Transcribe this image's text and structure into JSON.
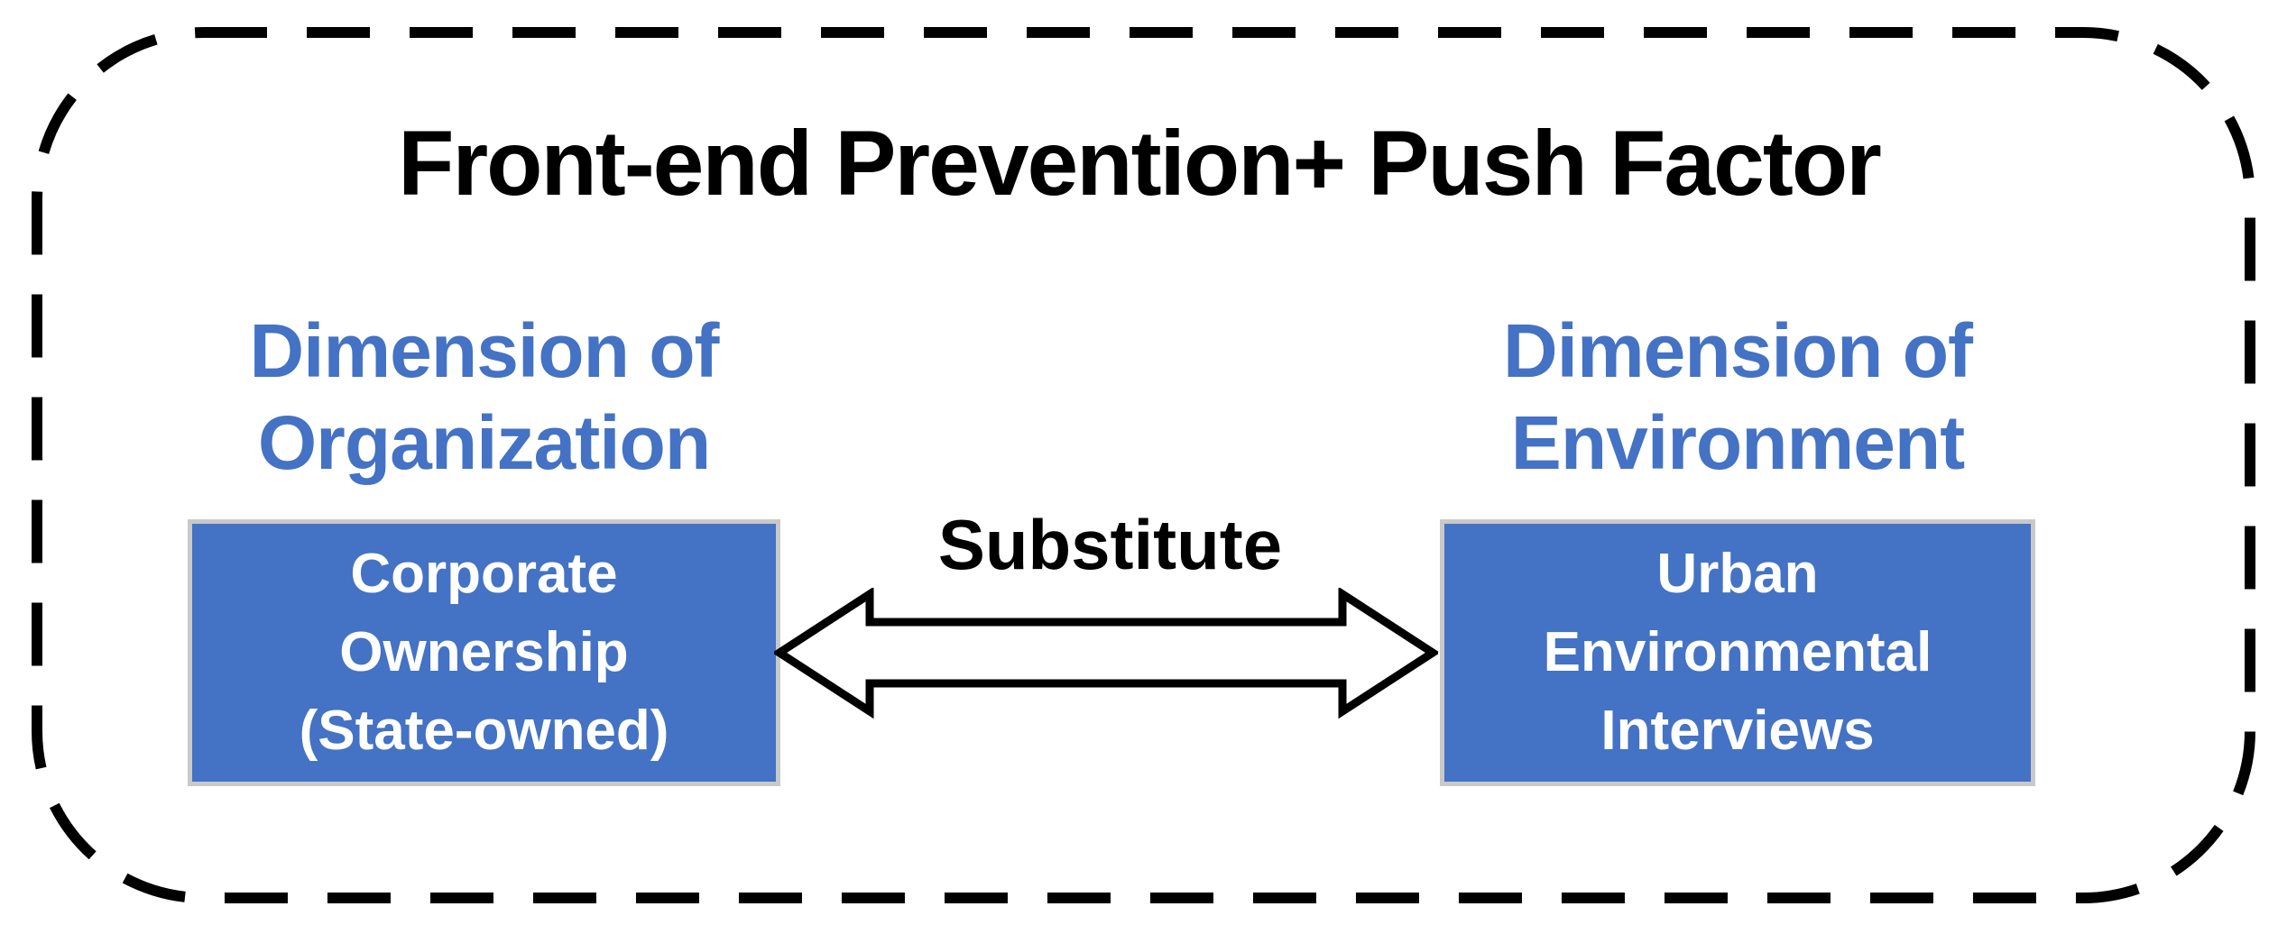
{
  "diagram": {
    "title": "Front-end Prevention+ Push Factor",
    "connector": {
      "label": "Substitute",
      "type": "double-headed-arrow"
    },
    "left": {
      "heading_line1": "Dimension of",
      "heading_line2": "Organization",
      "box_line1": "Corporate",
      "box_line2": "Ownership",
      "box_line3": "(State-owned)"
    },
    "right": {
      "heading_line1": "Dimension of",
      "heading_line2": "Environment",
      "box_line1": "Urban",
      "box_line2": "Environmental",
      "box_line3": "Interviews"
    },
    "colors": {
      "box_fill": "#4472C4",
      "box_border": "#C9C9C9",
      "heading_text": "#4472C4",
      "box_text": "#FFFFFF",
      "outline": "#000000",
      "background": "#FFFFFF"
    }
  }
}
